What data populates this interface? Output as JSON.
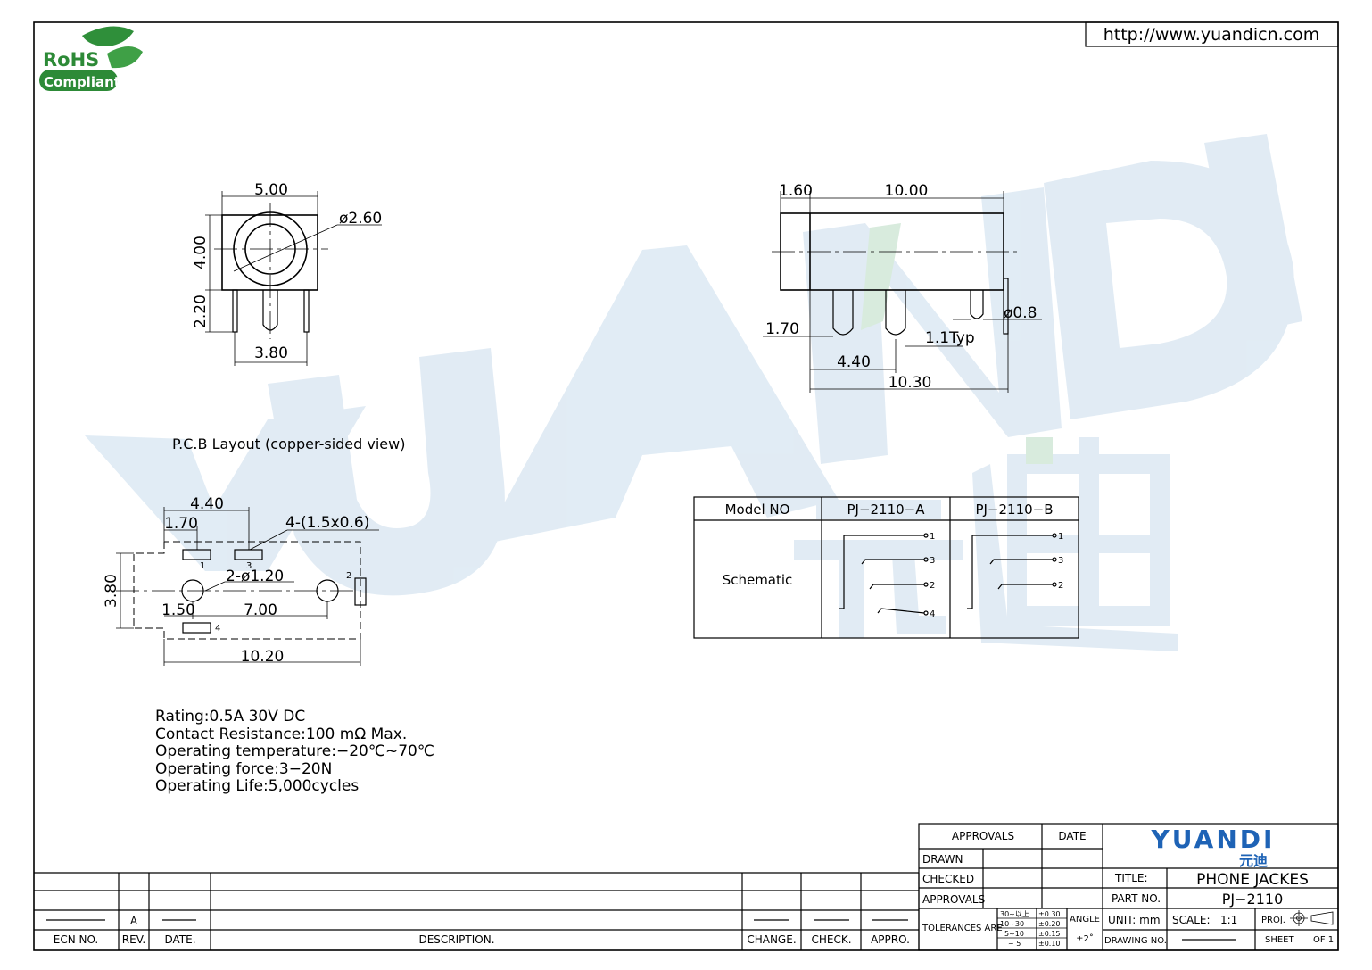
{
  "url": "http://www.yuandicn.com",
  "rohs": {
    "line1": "RoHS",
    "line2": "Compliant"
  },
  "watermark": {
    "text": "YUANDI",
    "cn": "元迪"
  },
  "front_view": {
    "width": "5.00",
    "height": "4.00",
    "hole": "ø2.60",
    "pin_len": "2.20",
    "pin_span": "3.80"
  },
  "side_view": {
    "front": "1.60",
    "body": "10.00",
    "pin1_off": "1.70",
    "pin_pitch": "4.40",
    "total": "10.30",
    "pin_dia": "ø0.8",
    "pin_w": "1.1Typ"
  },
  "pcb": {
    "title": "P.C.B Layout (copper-sided view)",
    "d_total_top": "4.40",
    "d_first": "1.70",
    "slots": "4-(1.5x0.6)",
    "holes": "2-ø1.20",
    "height": "3.80",
    "d_hole1": "1.50",
    "d_holes": "7.00",
    "d_total": "10.20",
    "pads": [
      "1",
      "3",
      "2",
      "4"
    ]
  },
  "specs": [
    "Rating:0.5A 30V DC",
    "Contact Resistance:100 mΩ Max.",
    "Operating temperature:−20℃~70℃",
    "Operating force:3−20N",
    "Operating Life:5,000cycles"
  ],
  "model_table": {
    "h_model": "Model NO",
    "h_a": "PJ−2110−A",
    "h_b": "PJ−2110−B",
    "row_label": "Schematic",
    "a_pins": [
      "1",
      "3",
      "2",
      "4"
    ],
    "b_pins": [
      "1",
      "3",
      "2"
    ]
  },
  "title_block": {
    "approvals": "APPROVALS",
    "date": "DATE",
    "drawn": "DRAWN",
    "checked": "CHECKED",
    "approvals2": "APPROVALS",
    "logo": "YUANDI",
    "logo_cn": "元迪",
    "title_label": "TITLE:",
    "title_value": "PHONE JACKES",
    "part_label": "PART NO.",
    "part_value": "PJ−2110",
    "tolerances": "TOLERANCES ARE",
    "tol_ranges": [
      "30~以上",
      "10~30",
      "5~10",
      "~ 5"
    ],
    "tol_values": [
      "±0.30",
      "±0.20",
      "±0.15",
      "±0.10"
    ],
    "angle": "ANGLE",
    "angle_value": "±2˚",
    "unit": "UNIT: mm",
    "scale_label": "SCALE:",
    "scale_value": "1:1",
    "proj": "PROJ.",
    "drawing_no": "DRAWING NO.",
    "sheet": "SHEET",
    "of": "OF 1"
  },
  "revision_block": {
    "rev_value": "A",
    "labels": [
      "ECN NO.",
      "REV.",
      "DATE.",
      "DESCRIPTION.",
      "CHANGE.",
      "CHECK.",
      "APPRO."
    ]
  }
}
